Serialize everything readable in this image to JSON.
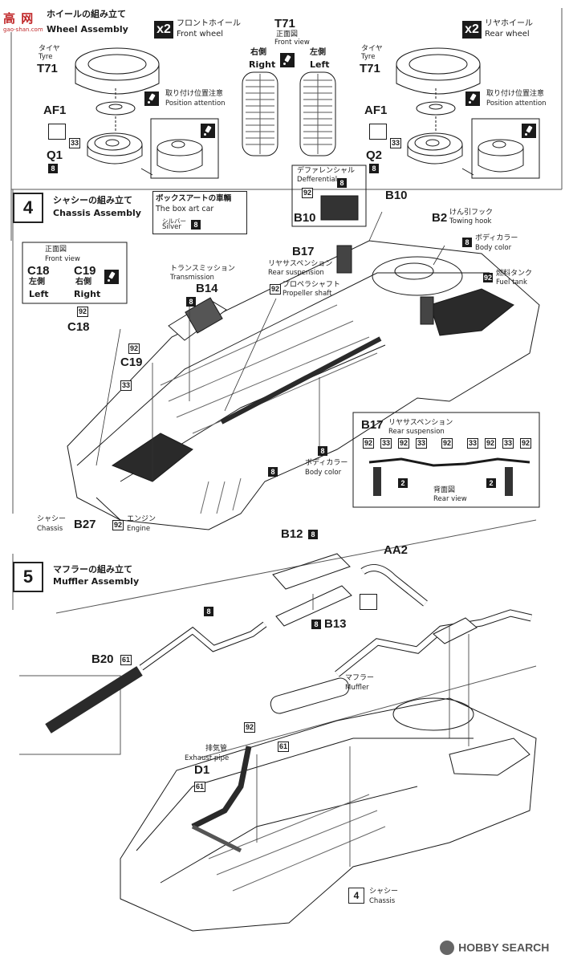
{
  "watermark": {
    "top_text": "高 网",
    "url": "gao-shan.com"
  },
  "wheel": {
    "title_jp": "ホイールの組み立て",
    "title_en": "Wheel Assembly",
    "front": {
      "mult": "x2",
      "jp": "フロントホイール",
      "en": "Front wheel"
    },
    "rear": {
      "mult": "x2",
      "jp": "リヤホイール",
      "en": "Rear wheel"
    },
    "tyre_jp": "タイヤ",
    "tyre_en": "Tyre",
    "t71": "T71",
    "attention_jp": "取り付け位置注意",
    "attention_en": "Position attention",
    "af1": "AF1",
    "q1": "Q1",
    "q2": "Q2",
    "c33": "33",
    "c8": "8"
  },
  "t71_view": {
    "part": "T71",
    "jp": "正面図",
    "en": "Front view",
    "right_jp": "右側",
    "right_en": "Right",
    "left_jp": "左側",
    "left_en": "Left"
  },
  "step4": {
    "number": "4",
    "title_jp": "シャシーの組み立て",
    "title_en": "Chassis Assembly",
    "boxart_jp": "ボックスアートの車輌",
    "boxart_en": "The box art car",
    "silver_jp": "シルバー",
    "silver_en": "Silver",
    "silver_code": "8",
    "diff_jp": "デファレンシャル",
    "diff_en": "Defferential",
    "b10": "B10",
    "c92": "92",
    "c8": "8",
    "b10_top": "B10",
    "b2": "B2",
    "tow_jp": "けん引フック",
    "tow_en": "Towing hook",
    "bodycolor_jp": "ボディカラー",
    "bodycolor_en": "Body color",
    "b17": "B17",
    "rsusp_jp": "リヤサスペンション",
    "rsusp_en": "Rear suspension",
    "fuel_jp": "燃料タンク",
    "fuel_en": "Fuel tank",
    "prop_jp": "プロペラシャフト",
    "prop_en": "Propeller shaft",
    "trans_jp": "トランスミッション",
    "trans_en": "Transmission",
    "b14": "B14",
    "front_view_jp": "正面図",
    "front_view_en": "Front view",
    "c18": "C18",
    "c19": "C19",
    "left_jp": "左側",
    "left_en": "Left",
    "right_jp": "右側",
    "right_en": "Right",
    "c33": "33",
    "chassis_jp": "シャシー",
    "chassis_en": "Chassis",
    "b27": "B27",
    "engine_jp": "エンジン",
    "engine_en": "Engine",
    "rear_view_jp": "背面図",
    "rear_view_en": "Rear view",
    "c2": "2"
  },
  "step5": {
    "number": "5",
    "title_jp": "マフラーの組み立て",
    "title_en": "Muffler Assembly",
    "b12": "B12",
    "b13": "B13",
    "aa2": "AA2",
    "b20": "B20",
    "c61": "61",
    "c8": "8",
    "c92": "92",
    "muffler_jp": "マフラー",
    "muffler_en": "Muffler",
    "exhaust_jp": "排気管",
    "exhaust_en": "Exhaust pipe",
    "d1": "D1",
    "chassis_ref": "4",
    "chassis_jp": "シャシー",
    "chassis_en": "Chassis"
  },
  "footer": {
    "brand": "HOBBY SEARCH"
  }
}
